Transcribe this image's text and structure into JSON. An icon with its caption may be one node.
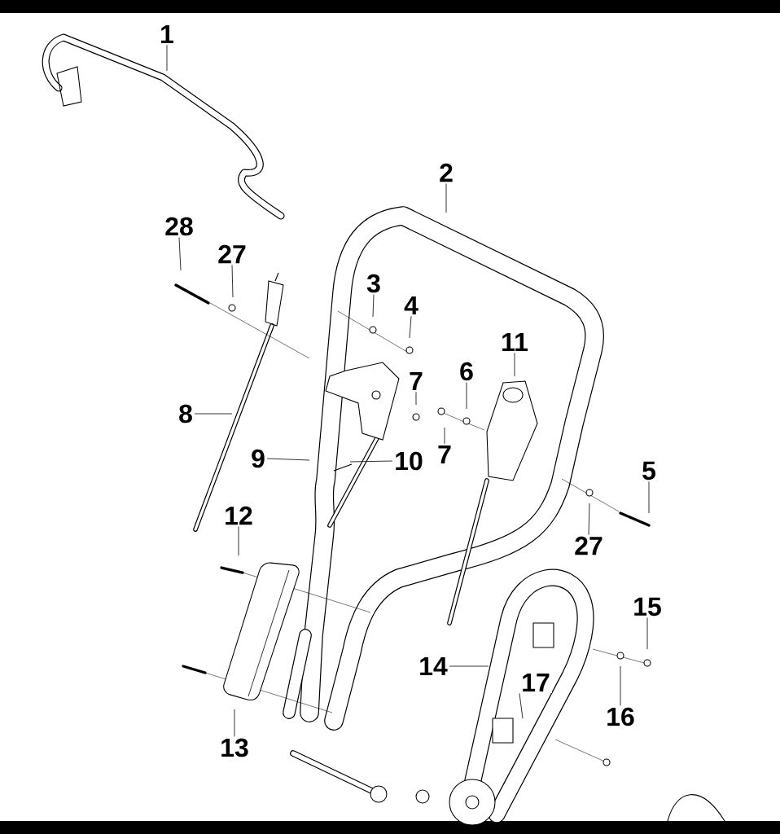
{
  "diagram": {
    "nodes": [
      {
        "text": [
          "1"
        ]
      },
      {
        "text": [
          "2"
        ]
      },
      {
        "text": [
          "28"
        ]
      },
      {
        "text": [
          "27"
        ]
      },
      {
        "text": [
          "3"
        ]
      },
      {
        "text": [
          "4"
        ]
      },
      {
        "text": [
          "11"
        ]
      },
      {
        "text": [
          "6"
        ]
      },
      {
        "text": [
          "7"
        ]
      },
      {
        "text": [
          "8"
        ]
      },
      {
        "text": [
          "7"
        ]
      },
      {
        "text": [
          "9"
        ]
      },
      {
        "text": [
          "10"
        ]
      },
      {
        "text": [
          "5"
        ]
      },
      {
        "text": [
          "12"
        ]
      },
      {
        "text": [
          "27"
        ]
      },
      {
        "text": [
          "15"
        ]
      },
      {
        "text": [
          "14"
        ]
      },
      {
        "text": [
          "17"
        ]
      },
      {
        "text": [
          "16"
        ]
      },
      {
        "text": [
          "13"
        ]
      }
    ],
    "edges": [
      {
        "from": 0,
        "to": null,
        "arrow": "none"
      },
      {
        "from": 1,
        "to": null,
        "arrow": "none"
      },
      {
        "from": 2,
        "to": null,
        "arrow": "none"
      },
      {
        "from": 3,
        "to": null,
        "arrow": "none"
      },
      {
        "from": 4,
        "to": null,
        "arrow": "none"
      },
      {
        "from": 5,
        "to": null,
        "arrow": "none"
      },
      {
        "from": 6,
        "to": null,
        "arrow": "none"
      },
      {
        "from": 7,
        "to": null,
        "arrow": "none"
      },
      {
        "from": 8,
        "to": null,
        "arrow": "none"
      },
      {
        "from": 9,
        "to": null,
        "arrow": "none"
      },
      {
        "from": 10,
        "to": null,
        "arrow": "none"
      },
      {
        "from": 11,
        "to": null,
        "arrow": "none"
      },
      {
        "from": 12,
        "to": null,
        "arrow": "none"
      },
      {
        "from": 13,
        "to": null,
        "arrow": "none"
      },
      {
        "from": 14,
        "to": null,
        "arrow": "none"
      },
      {
        "from": 15,
        "to": null,
        "arrow": "none"
      },
      {
        "from": 16,
        "to": null,
        "arrow": "none"
      },
      {
        "from": 17,
        "to": null,
        "arrow": "none"
      },
      {
        "from": 18,
        "to": null,
        "arrow": "none"
      },
      {
        "from": 19,
        "to": null,
        "arrow": "none"
      },
      {
        "from": 20,
        "to": null,
        "arrow": "none"
      }
    ]
  }
}
